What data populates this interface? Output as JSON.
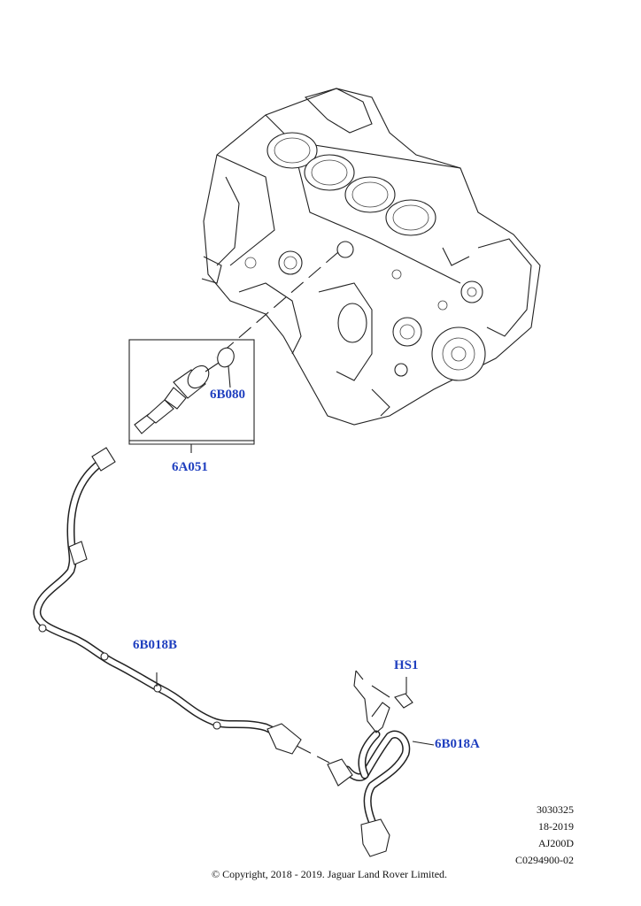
{
  "callouts": {
    "c6B080": "6B080",
    "c6A051": "6A051",
    "c6B018B": "6B018B",
    "cHS1": "HS1",
    "c6B018A": "6B018A"
  },
  "reference": {
    "line1": "3030325",
    "line2": "18-2019",
    "line3": "AJ200D",
    "line4": "C0294900-02"
  },
  "copyright": "© Copyright, 2018 - 2019. Jaguar Land Rover Limited.",
  "colors": {
    "callout": "#1f3fbf",
    "line": "#222222"
  }
}
